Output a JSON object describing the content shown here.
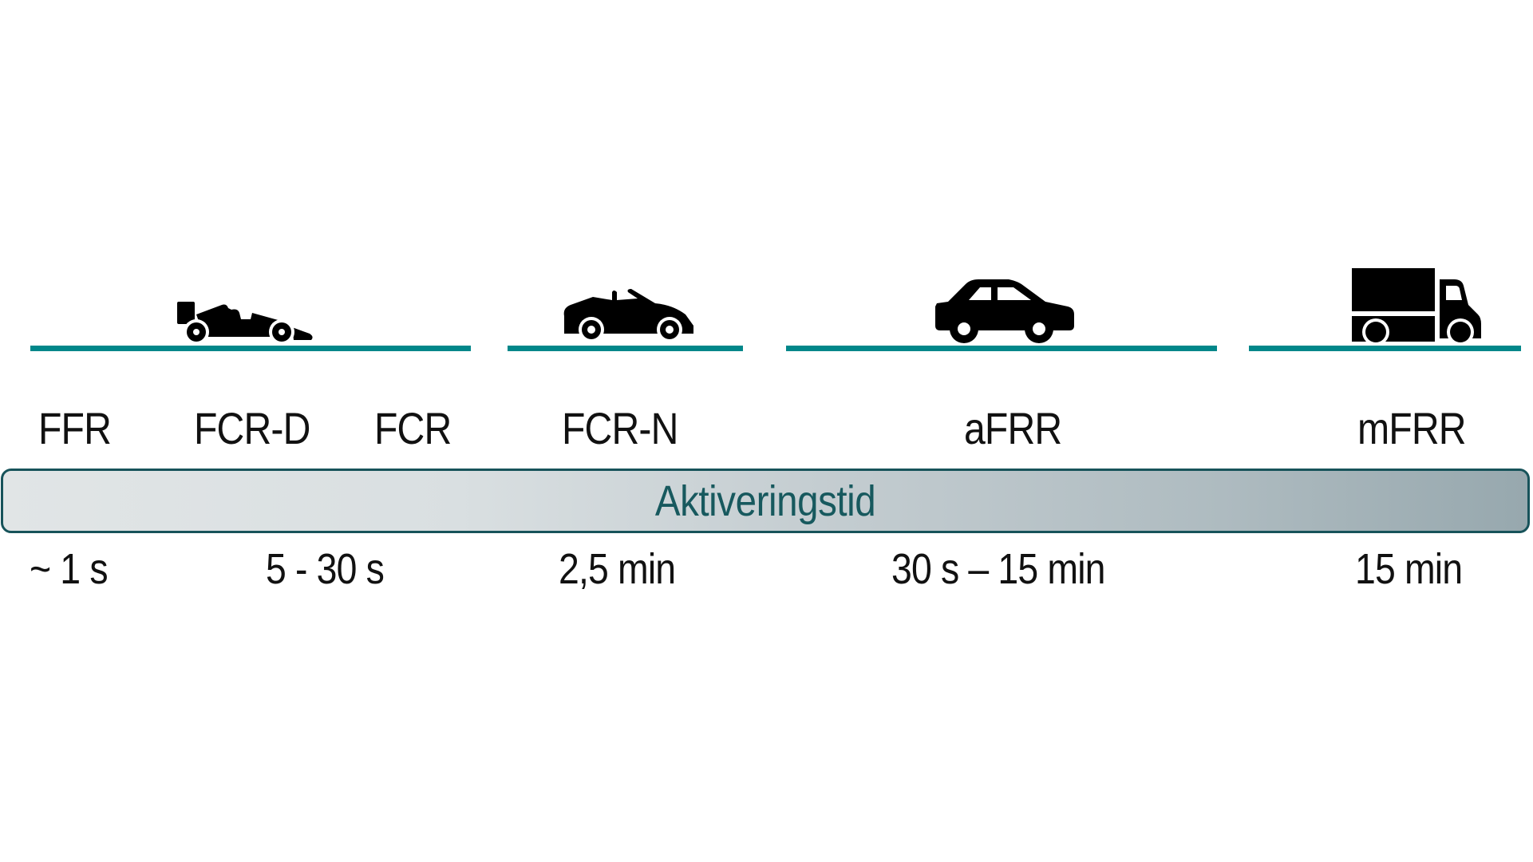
{
  "diagram": {
    "bar_label": "Aktiveringstid",
    "colors": {
      "track": "#00878a",
      "bar_border": "#17535a",
      "bar_text": "#17595e",
      "bar_gradient_start": "#e1e5e6",
      "bar_gradient_end": "#97a8ae",
      "text": "#111111"
    },
    "segments": [
      {
        "vehicle": "formula-car-icon",
        "reserves": [
          "FFR",
          "FCR-D",
          "FCR"
        ]
      },
      {
        "vehicle": "convertible-car-icon",
        "reserves": [
          "FCR-N"
        ]
      },
      {
        "vehicle": "sedan-car-icon",
        "reserves": [
          "aFRR"
        ]
      },
      {
        "vehicle": "truck-icon",
        "reserves": [
          "mFRR"
        ]
      }
    ],
    "labels": [
      "FFR",
      "FCR-D",
      "FCR",
      "FCR-N",
      "aFRR",
      "mFRR"
    ],
    "times": [
      "~ 1 s",
      "5 - 30 s",
      "2,5 min",
      "30 s – 15 min",
      "15 min"
    ]
  }
}
